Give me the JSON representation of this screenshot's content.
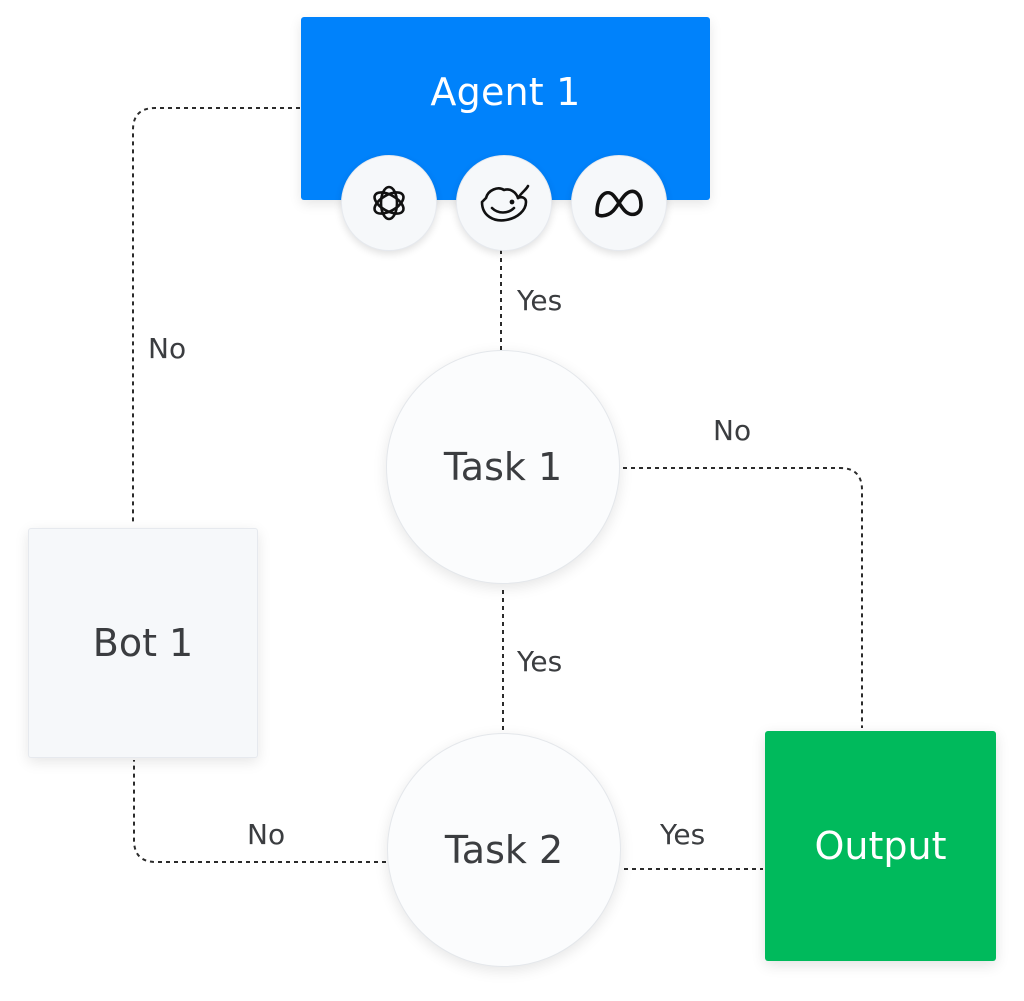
{
  "nodes": {
    "agent": {
      "label": "Agent 1",
      "color": "#0082fb"
    },
    "task1": {
      "label": "Task 1"
    },
    "task2": {
      "label": "Task 2"
    },
    "bot": {
      "label": "Bot 1"
    },
    "output": {
      "label": "Output",
      "color": "#00ba5c"
    }
  },
  "models": [
    {
      "icon": "openai-icon"
    },
    {
      "icon": "deepseek-icon"
    },
    {
      "icon": "meta-icon"
    }
  ],
  "edges": {
    "agent_to_task1": "Yes",
    "agent_to_bot": "No",
    "task1_to_output": "No",
    "task1_to_task2": "Yes",
    "task2_to_bot": "No",
    "task2_to_output": "Yes"
  }
}
